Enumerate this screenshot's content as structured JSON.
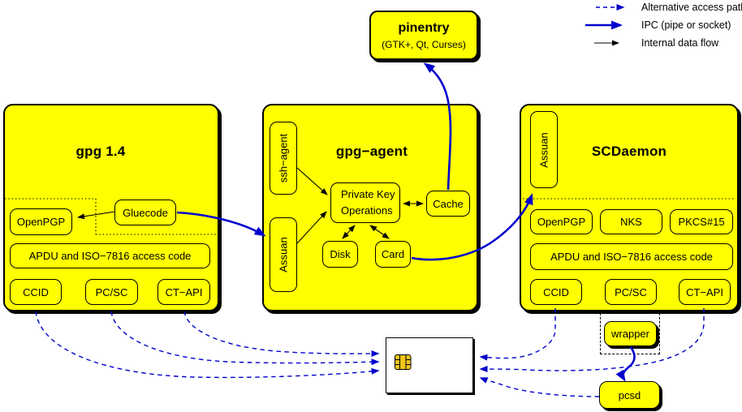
{
  "legend": {
    "alt_paths": "Alternative access paths",
    "ipc": "IPC (pipe or socket)",
    "internal": "Internal data flow"
  },
  "pinentry": {
    "title": "pinentry",
    "subtitle": "(GTK+, Qt, Curses)"
  },
  "gpg14": {
    "title": "gpg 1.4",
    "openpgp": "OpenPGP",
    "gluecode": "Gluecode",
    "apdu": "APDU and ISO−7816 access code",
    "ccid": "CCID",
    "pcsc": "PC/SC",
    "ctapi": "CT−API"
  },
  "gpg_agent": {
    "title": "gpg−agent",
    "ssh_agent": "ssh−agent",
    "assuan": "Assuan",
    "private_key_line1": "Private Key",
    "private_key_line2": "Operations",
    "cache": "Cache",
    "disk": "Disk",
    "card": "Card"
  },
  "scdaemon": {
    "title": "SCDaemon",
    "assuan": "Assuan",
    "openpgp": "OpenPGP",
    "nks": "NKS",
    "pkcs15": "PKCS#15",
    "apdu": "APDU and ISO−7816 access code",
    "ccid": "CCID",
    "pcsc": "PC/SC",
    "ctapi": "CT−API"
  },
  "external": {
    "wrapper": "wrapper",
    "pcsd": "pcsd",
    "smartcard_icon": "smartcard-chip-icon"
  },
  "colors": {
    "box_fill": "#ffff00",
    "line_blue": "#0000cc",
    "line_black": "#000000",
    "chip_gold": "#f0c419"
  }
}
